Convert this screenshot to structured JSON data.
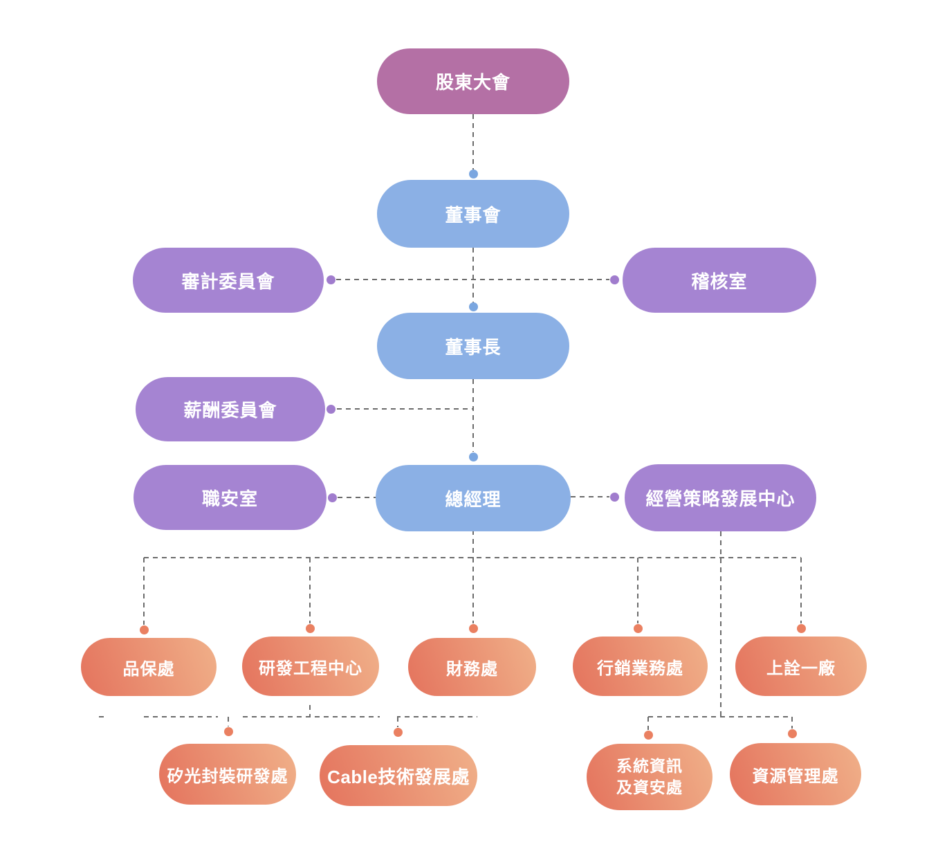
{
  "diagram": {
    "type": "org-chart",
    "palette": {
      "plum": "#b470a5",
      "blue": "#8bb0e5",
      "purple": "#a584d2",
      "orange_start": "#e4735d",
      "orange_end": "#f0b089",
      "line": "#6b6b6b",
      "dot_blue": "#7aa6e0",
      "dot_purple": "#a07ccd",
      "dot_orange": "#ea8061",
      "text": "#ffffff"
    },
    "nodes": [
      {
        "id": "shareholders",
        "label": "股東大會",
        "color": "plum"
      },
      {
        "id": "board",
        "label": "董事會",
        "color": "blue"
      },
      {
        "id": "audit_committee",
        "label": "審計委員會",
        "color": "purple"
      },
      {
        "id": "audit_office",
        "label": "稽核室",
        "color": "purple"
      },
      {
        "id": "chairman",
        "label": "董事長",
        "color": "blue"
      },
      {
        "id": "compensation",
        "label": "薪酬委員會",
        "color": "purple"
      },
      {
        "id": "safety",
        "label": "職安室",
        "color": "purple"
      },
      {
        "id": "president",
        "label": "總經理",
        "color": "blue"
      },
      {
        "id": "strategy",
        "label": "經營策略發展中心",
        "color": "purple"
      },
      {
        "id": "qa",
        "label": "品保處",
        "color": "orange"
      },
      {
        "id": "rnd",
        "label": "研發工程中心",
        "color": "orange"
      },
      {
        "id": "finance",
        "label": "財務處",
        "color": "orange"
      },
      {
        "id": "marketing",
        "label": "行銷業務處",
        "color": "orange"
      },
      {
        "id": "factory",
        "label": "上詮一廠",
        "color": "orange"
      },
      {
        "id": "silicon",
        "label": "矽光封裝研發處",
        "color": "orange"
      },
      {
        "id": "cable",
        "label": "Cable技術發展處",
        "color": "orange"
      },
      {
        "id": "sysinfo",
        "label": "系統資訊\n及資安處",
        "color": "orange"
      },
      {
        "id": "resource",
        "label": "資源管理處",
        "color": "orange"
      }
    ],
    "edges": [
      {
        "from": "股東大會",
        "to": "董事會"
      },
      {
        "from": "董事會",
        "to": "董事長"
      },
      {
        "from": "審計委員會",
        "to": "董事會"
      },
      {
        "from": "稽核室",
        "to": "董事會"
      },
      {
        "from": "薪酬委員會",
        "to": "董事長"
      },
      {
        "from": "董事長",
        "to": "總經理"
      },
      {
        "from": "職安室",
        "to": "總經理"
      },
      {
        "from": "經營策略發展中心",
        "to": "總經理"
      },
      {
        "from": "總經理",
        "to": "品保處"
      },
      {
        "from": "總經理",
        "to": "研發工程中心"
      },
      {
        "from": "總經理",
        "to": "財務處"
      },
      {
        "from": "總經理",
        "to": "行銷業務處"
      },
      {
        "from": "總經理",
        "to": "上詮一廠"
      },
      {
        "from": "研發工程中心",
        "to": "矽光封裝研發處"
      },
      {
        "from": "研發工程中心",
        "to": "Cable技術發展處"
      },
      {
        "from": "經營策略發展中心",
        "to": "系統資訊及資安處"
      },
      {
        "from": "經營策略發展中心",
        "to": "資源管理處"
      }
    ]
  }
}
